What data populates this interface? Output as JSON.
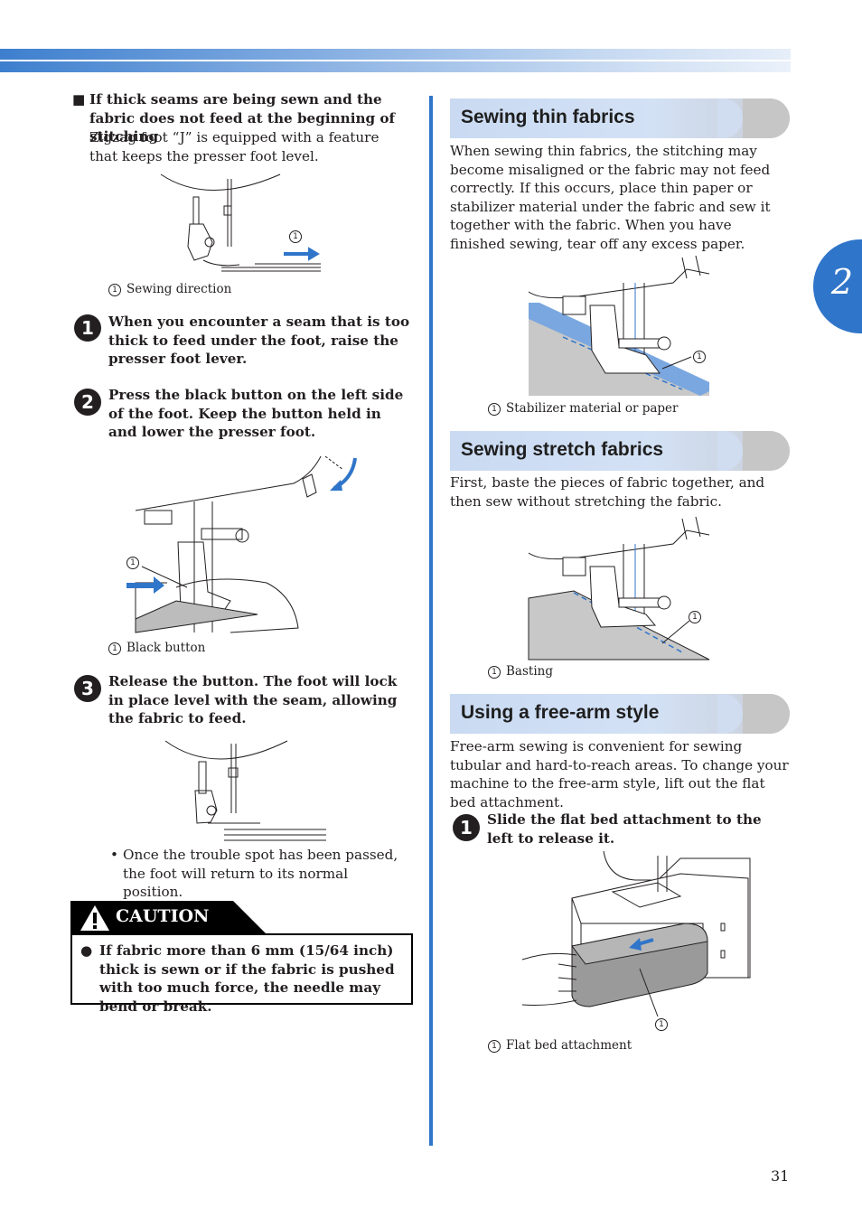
{
  "chapter_number": "2",
  "page_number": "31",
  "left_column": {
    "thick_seams": {
      "bullet": "■",
      "heading": "If thick seams are being sewn and the fabric does not feed at the beginning of stitching",
      "body": "Zigzag foot “J” is equipped with a feature that keeps the presser foot level.",
      "figure_callout": "1",
      "figure_caption": "Sewing direction"
    },
    "steps": [
      {
        "number": "1",
        "text": "When you encounter a seam that is too thick to feed under the foot, raise the presser foot lever."
      },
      {
        "number": "2",
        "text": "Press the black button on the left side of the foot. Keep the button held in and lower the presser foot."
      },
      {
        "number": "3",
        "text": "Release the button. The foot will lock in place level with the seam, allowing the fabric to feed."
      }
    ],
    "step2_figure": {
      "callout": "1",
      "caption": "Black button"
    },
    "note_bullet": "•",
    "note": "Once the trouble spot has been passed, the foot will return to its normal position.",
    "caution": {
      "label": "CAUTION",
      "bullet": "●",
      "text": "If fabric more than 6 mm (15/64 inch) thick is sewn or if the fabric is pushed with too much force, the needle may bend or break."
    }
  },
  "right_column": {
    "thin": {
      "title": "Sewing thin fabrics",
      "body": "When sewing thin fabrics, the stitching may become misaligned or the fabric may not feed correctly. If this occurs, place thin paper or stabilizer material under the fabric and sew it together with the fabric. When you have finished sewing, tear off any excess paper.",
      "callout": "1",
      "caption": "Stabilizer material or paper"
    },
    "stretch": {
      "title": "Sewing stretch fabrics",
      "body": "First, baste the pieces of fabric together, and then sew without stretching the fabric.",
      "callout": "1",
      "caption": "Basting"
    },
    "freearm": {
      "title": "Using a free-arm style",
      "body": "Free-arm sewing is convenient for sewing tubular and hard-to-reach areas. To change your machine to the free-arm style, lift out the flat bed attachment.",
      "step_number": "1",
      "step_text": "Slide the flat bed attachment to the left to release it.",
      "callout": "1",
      "caption": "Flat bed attachment"
    }
  },
  "colors": {
    "accent_blue": "#2f75c9",
    "heading_bg": "#d3e1f5",
    "text": "#231f20"
  }
}
